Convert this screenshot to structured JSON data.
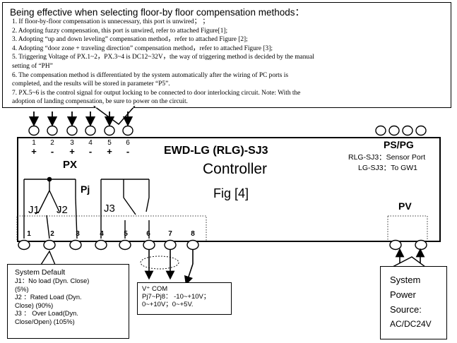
{
  "callout": {
    "title": "Being effective when selecting floor-by floor compensation methods：",
    "lines": [
      "1.   If floor-by-floor compensation is unnecessary, this port is unwired；  ；",
      "2.   Adopting fuzzy compensation, this port is unwired, refer to attached Figure[1];",
      "3.   Adopting “up and down leveling” compensation method，refer to attached Figure [2];",
      "4.   Adopting “door zone + traveling direction” compensation method，refer to attached Figure [3];",
      "5.   Triggering Voltage of PX.1~2，PX.3~4 is DC12~32V，the way of triggering method is decided by the manual",
      "      setting of “PH”",
      "6.      The compensation method is differentiated by the system automatically after the wiring of PC ports is",
      "      completed, and the results will be stored in parameter “P5”.",
      "7.   PX.5~6 is the control signal for output locking to be connected to door interlocking circuit. Note: With the",
      "      adoption of landing compensation, be sure to power on the circuit."
    ]
  },
  "px_ports": {
    "numbers": [
      "1",
      "2",
      "3",
      "4",
      "5",
      "6"
    ],
    "signs": [
      "+",
      "-",
      "+",
      "-",
      "+",
      "-"
    ],
    "label": "PX"
  },
  "ps_pg": {
    "label": "PS/PG",
    "rlg": "RLG-SJ3：Sensor Port",
    "lg": "LG-SJ3：To GW1"
  },
  "controller": {
    "model": "EWD-LG (RLG)-SJ3",
    "name": "Controller",
    "fig": "Fig [4]"
  },
  "relays": {
    "pj": "Pj",
    "j1": "J1",
    "j2": "J2",
    "j3": "J3"
  },
  "pv": {
    "label": "PV"
  },
  "terminals": [
    "1",
    "2",
    "3",
    "4",
    "5",
    "6",
    "7",
    "8"
  ],
  "system_default": {
    "title": "System Default",
    "lines": [
      "J1：No load  (Dyn. Close)",
      "(5%)",
      "J2 ：Rated  Load  (Dyn.",
      "Close) (90%)",
      "J3  ：  Over   Load(Dyn.",
      "Close/Open)  (105%)"
    ]
  },
  "vcom": {
    "label": "V⁺  COM",
    "line1": "Pj7~Pj8：  -10~+10V；",
    "line2": "0~+10V；0~+5V."
  },
  "power": {
    "lines": [
      "System",
      "Power",
      "Source:"
    ],
    "value": "AC/DC24V"
  }
}
